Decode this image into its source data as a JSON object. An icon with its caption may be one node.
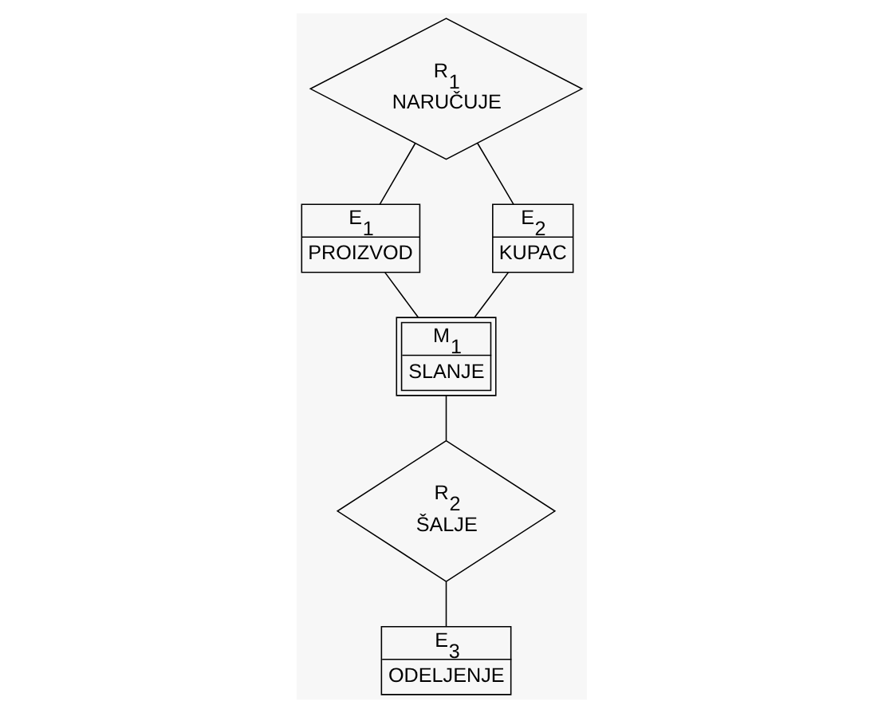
{
  "diagram": {
    "nodes": [
      {
        "text": [
          "R$_{1}$",
          "NARUČUJE"
        ]
      },
      {
        "text": [
          "E$_{1}$",
          "PROIZVOD"
        ]
      },
      {
        "text": [
          "E$_{2}$",
          "KUPAC"
        ]
      },
      {
        "text": [
          "M$_{1}$",
          "SLANJE"
        ]
      },
      {
        "text": [
          "R$_{2}$",
          "ŠALJE"
        ]
      },
      {
        "text": [
          "E$_{3}$",
          "ODELJENJE"
        ]
      }
    ],
    "edges": [
      {
        "from": 0,
        "to": 1,
        "arrow": "none"
      },
      {
        "from": 0,
        "to": 2,
        "arrow": "none"
      },
      {
        "from": 1,
        "to": 3,
        "arrow": "none"
      },
      {
        "from": 2,
        "to": 3,
        "arrow": "none"
      },
      {
        "from": 3,
        "to": 4,
        "arrow": "none"
      },
      {
        "from": 4,
        "to": 5,
        "arrow": "none"
      }
    ]
  }
}
